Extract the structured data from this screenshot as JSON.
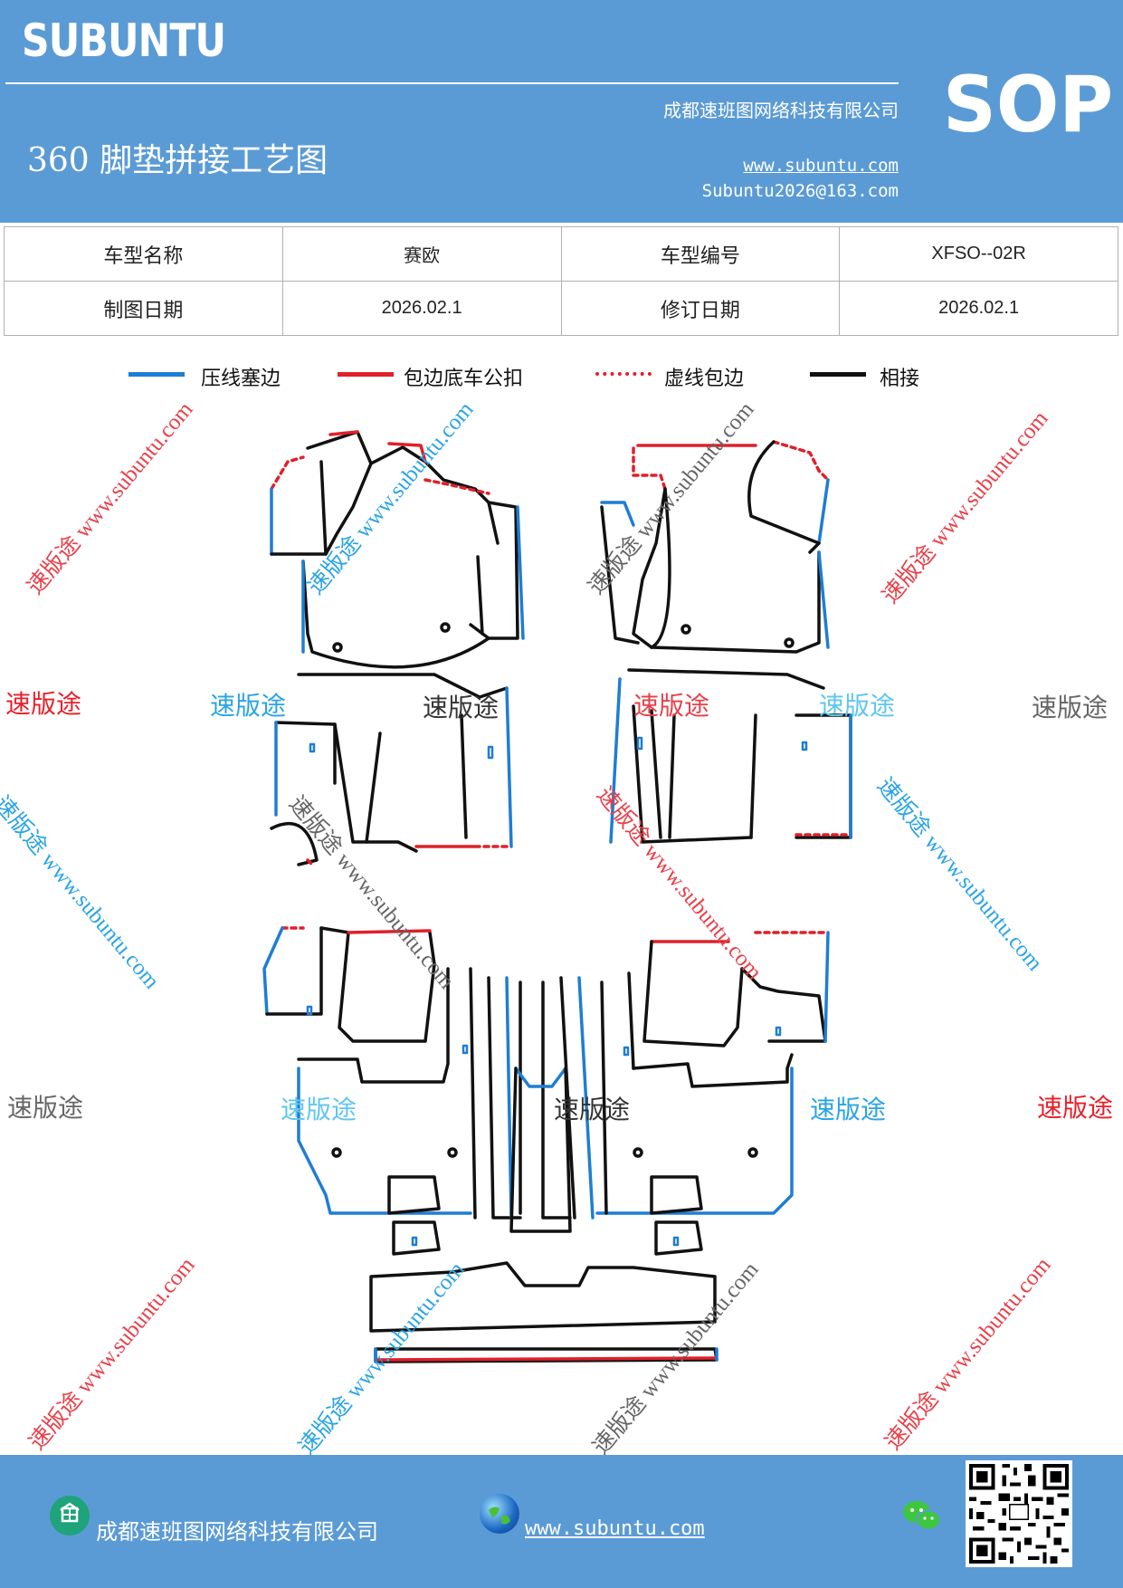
{
  "header": {
    "brand": "SUBUNTU",
    "company": "成都速班图网络科技有限公司",
    "title": "360 脚垫拼接工艺图",
    "website": "www.subuntu.com",
    "email": "Subuntu2026@163.com",
    "badge": "SOP"
  },
  "info_table": {
    "rows": [
      {
        "label1": "车型名称",
        "value1": "赛欧",
        "label2": "车型编号",
        "value2": "XFSO--02R"
      },
      {
        "label1": "制图日期",
        "value1": "2026.02.1",
        "label2": "修订日期",
        "value2": "2026.02.1"
      }
    ]
  },
  "legend": [
    {
      "label": "压线塞边",
      "color": "#1f7dd3",
      "style": "solid"
    },
    {
      "label": "包边底车公扣",
      "color": "#e0202a",
      "style": "solid"
    },
    {
      "label": "虚线包边",
      "color": "#e0202a",
      "style": "dashed"
    },
    {
      "label": "相接",
      "color": "#111111",
      "style": "solid"
    }
  ],
  "watermarks": {
    "url_text": "速版途 www.subuntu.com",
    "brand_text": "速版途"
  },
  "footer": {
    "company": "成都速班图网络科技有限公司",
    "website": "www.subuntu.com"
  },
  "colors": {
    "brand_blue": "#5b9bd5",
    "press_blue": "#1f7dd3",
    "edge_red": "#e0202a",
    "watermark_red": "#e8404a",
    "watermark_blue": "#2aa4e4",
    "watermark_gray": "#666666"
  }
}
